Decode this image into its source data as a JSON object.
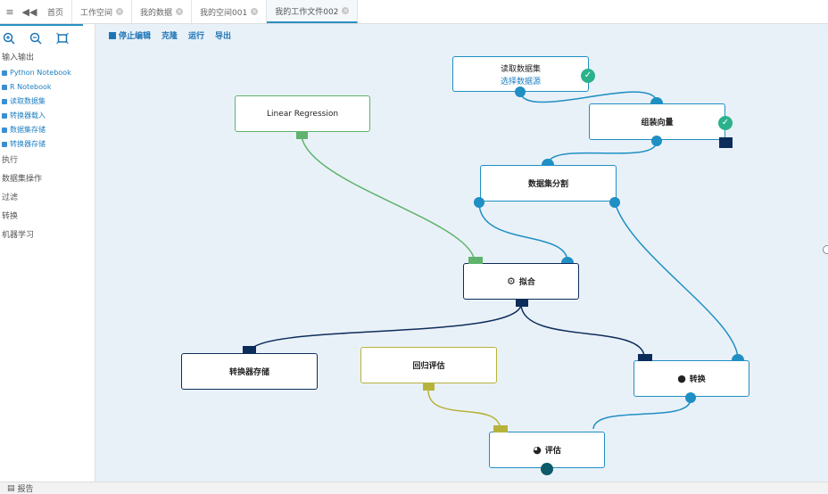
{
  "tabs": [
    {
      "label": "首页",
      "closable": false
    },
    {
      "label": "工作空间",
      "closable": true
    },
    {
      "label": "我的数据",
      "closable": true
    },
    {
      "label": "我的空间001",
      "closable": true
    },
    {
      "label": "我的工作文件002",
      "closable": true,
      "active": true
    }
  ],
  "left": {
    "categories_top": "输入输出",
    "items": [
      "Python Notebook",
      "R Notebook",
      "读取数据集",
      "转换器载入",
      "数据集存储",
      "转换器存储"
    ],
    "categories": [
      "执行",
      "数据集操作",
      "过滤",
      "转换",
      "机器学习"
    ]
  },
  "toolbar": {
    "stop": "停止编辑",
    "clone": "克隆",
    "run": "运行",
    "export": "导出"
  },
  "nodes": {
    "read": {
      "title": "读取数据集",
      "sub": "选择数据源"
    },
    "assemble": {
      "title": "组装向量"
    },
    "split": {
      "title": "数据集分割"
    },
    "lr": {
      "title": "Linear Regression"
    },
    "fit": {
      "title": "拟合"
    },
    "tsave": {
      "title": "转换器存储"
    },
    "regeval": {
      "title": "回归评估"
    },
    "transform": {
      "title": "转换"
    },
    "evaluate": {
      "title": "评估"
    }
  },
  "footer": {
    "label": "报告"
  },
  "colors": {
    "navy": "#0c2d5a",
    "blue": "#1f8fc4",
    "green": "#5fb36c",
    "olive": "#b7b33a",
    "check": "#2bb28c"
  }
}
